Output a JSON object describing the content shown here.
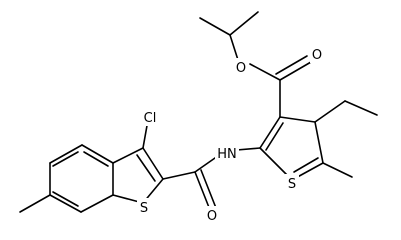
{
  "molecule": {
    "atom_labels": {
      "chlorine": "Cl",
      "amide_oxygen": "O",
      "amide_nitrogen": "HN",
      "benzothiophene_sulfur": "S",
      "thiophene_sulfur": "S",
      "ester_carbonyl_oxygen": "O",
      "ester_ether_oxygen": "O"
    }
  }
}
